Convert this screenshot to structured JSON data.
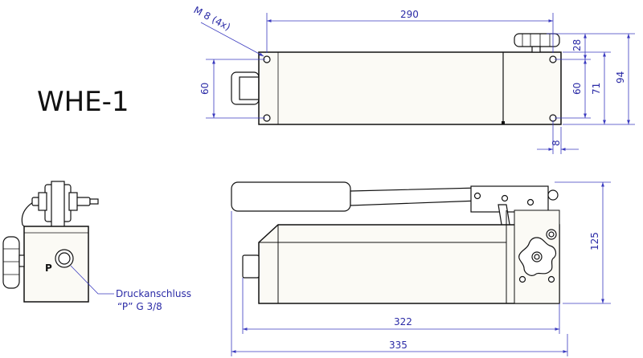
{
  "title": "WHE-1",
  "top_view": {
    "thread_note": "M 8 (4x)",
    "dim_length": "290",
    "dim_width": "60",
    "dim_right_28": "28",
    "dim_right_60": "60",
    "dim_right_71": "71",
    "dim_right_94": "94",
    "dim_bottom_8": "8"
  },
  "side_view": {
    "dim_height": "125",
    "dim_322": "322",
    "dim_335": "335"
  },
  "end_view": {
    "port_letter": "P",
    "port_label_line1": "Druckanschluss",
    "port_label_line2": "“P”  G 3/8"
  },
  "colors": {
    "outline": "#111111",
    "dimension": "#2a2aa6",
    "fill": "#fbfaf5"
  }
}
